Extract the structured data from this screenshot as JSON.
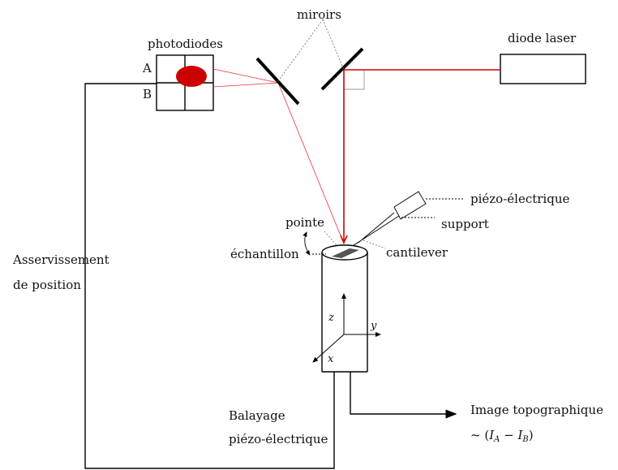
{
  "labels": {
    "miroirs": "miroirs",
    "photodiodes": "photodiodes",
    "diode_laser": "diode laser",
    "A": "A",
    "B": "B",
    "piezo_top": "piézo-électrique",
    "support": "support",
    "pointe": "pointe",
    "echantillon": "échantillon",
    "cantilever": "cantilever",
    "asserv_line1": "Asservissement",
    "asserv_line2": "de position",
    "axis_z": "z",
    "axis_y": "y",
    "axis_x": "x",
    "balayage_line1": "Balayage",
    "balayage_line2": "piézo-électrique",
    "image_line1": "Image topographique",
    "formula_prefix": "~ (",
    "formula_IA": "I",
    "formula_A_sub": "A",
    "formula_minus": " − ",
    "formula_IB": "I",
    "formula_B_sub": "B",
    "formula_suffix": ")"
  },
  "colors": {
    "laser": "#d40000",
    "spot": "#cc0000",
    "sample": "#555555"
  }
}
